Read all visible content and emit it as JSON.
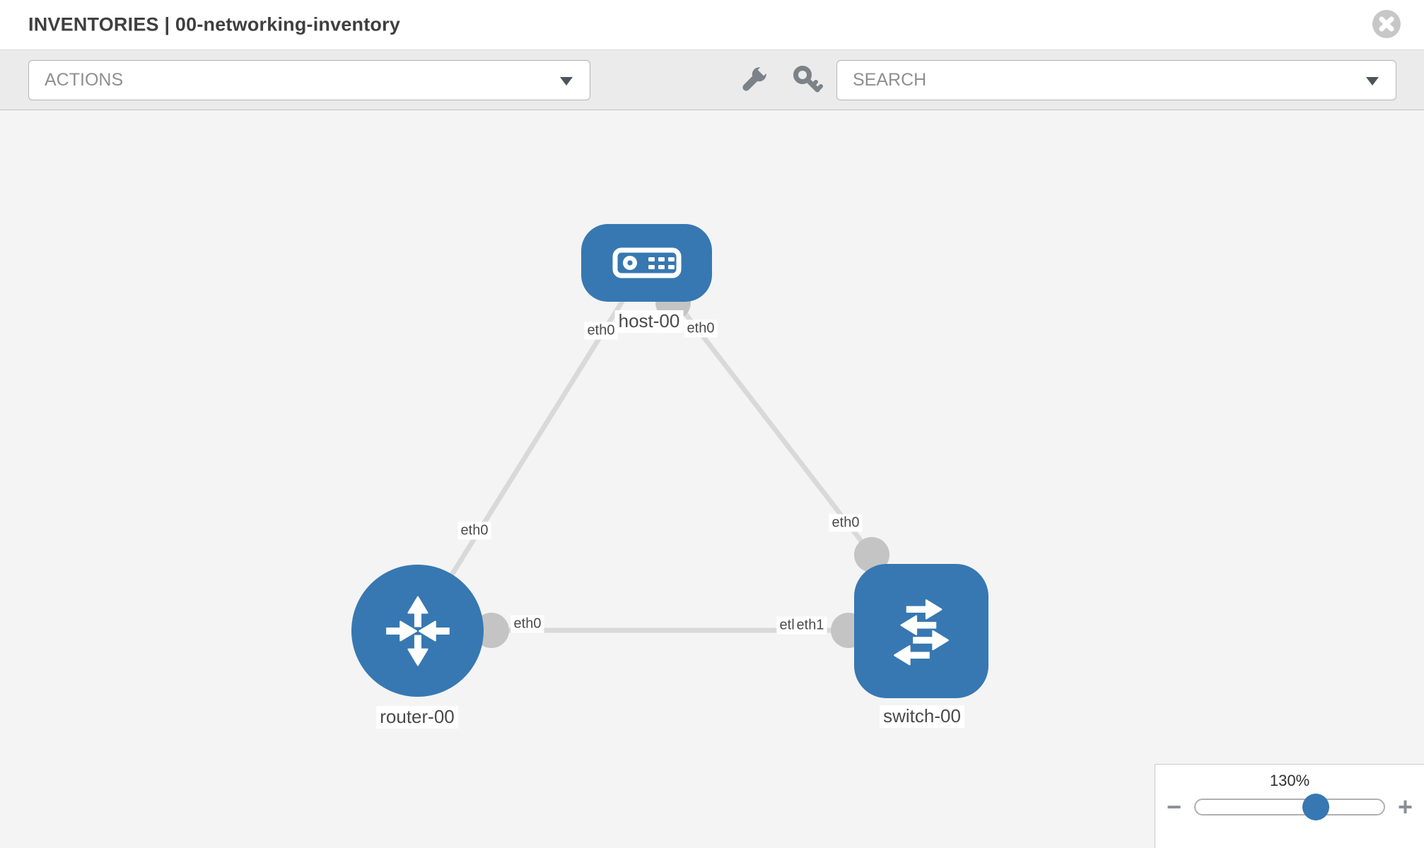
{
  "window": {
    "title": "INVENTORIES | 00-networking-inventory"
  },
  "toolbar": {
    "actions_dropdown": {
      "label": "ACTIONS"
    },
    "search_dropdown": {
      "placeholder": "SEARCH"
    },
    "tools": [
      {
        "icon": "wrench-icon"
      },
      {
        "icon": "key-icon"
      }
    ]
  },
  "topology": {
    "nodes": [
      {
        "label": "host-00",
        "type": "host",
        "icon": "server-icon"
      },
      {
        "label": "router-00",
        "type": "router",
        "icon": "router-arrows-icon"
      },
      {
        "label": "switch-00",
        "type": "switch",
        "icon": "switch-arrows-icon"
      }
    ],
    "links": [
      {
        "from": "host-00",
        "to": "router-00",
        "from_interface": "eth0",
        "to_interface": "eth0"
      },
      {
        "from": "host-00",
        "to": "switch-00",
        "from_interface": "eth0",
        "to_interface": "eth0"
      },
      {
        "from": "router-00",
        "to": "switch-00",
        "from_interface": "eth0",
        "to_interface": "eth1",
        "to_interface_overlapped": "eth0"
      }
    ]
  },
  "zoom_control": {
    "level": "130%",
    "decrease_label": "−",
    "increase_label": "+"
  },
  "colors": {
    "node_blue": "#3778b2",
    "link_gray": "#d9d9d9",
    "port_gray": "#c4c4c4",
    "canvas_bg": "#f4f4f4",
    "toolbar_bg": "#ebebeb"
  }
}
